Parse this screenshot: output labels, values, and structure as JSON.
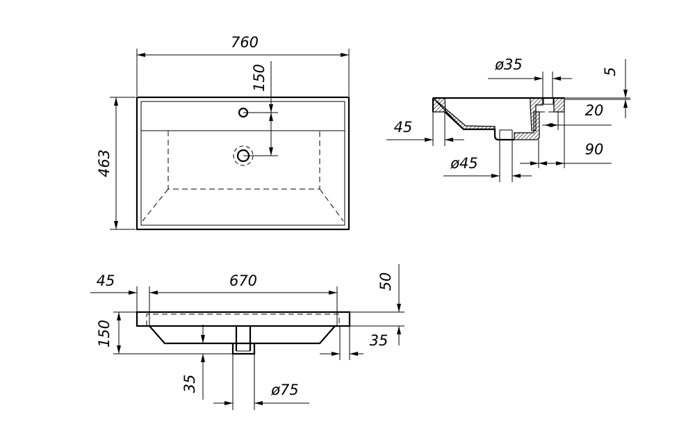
{
  "top_view": {
    "width": "760",
    "depth": "463",
    "tap_offset": "150"
  },
  "side_view": {
    "tap_hole": "ø35",
    "rim_thickness": "5",
    "overflow_offset": "20",
    "front_offset": "45",
    "drain": "ø45",
    "back_offset": "90"
  },
  "front_view": {
    "rim_edge": "45",
    "bowl_width": "670",
    "rim_height": "50",
    "total_height": "150",
    "side_edge": "35",
    "drain_height": "35",
    "drain_diameter": "ø75"
  }
}
